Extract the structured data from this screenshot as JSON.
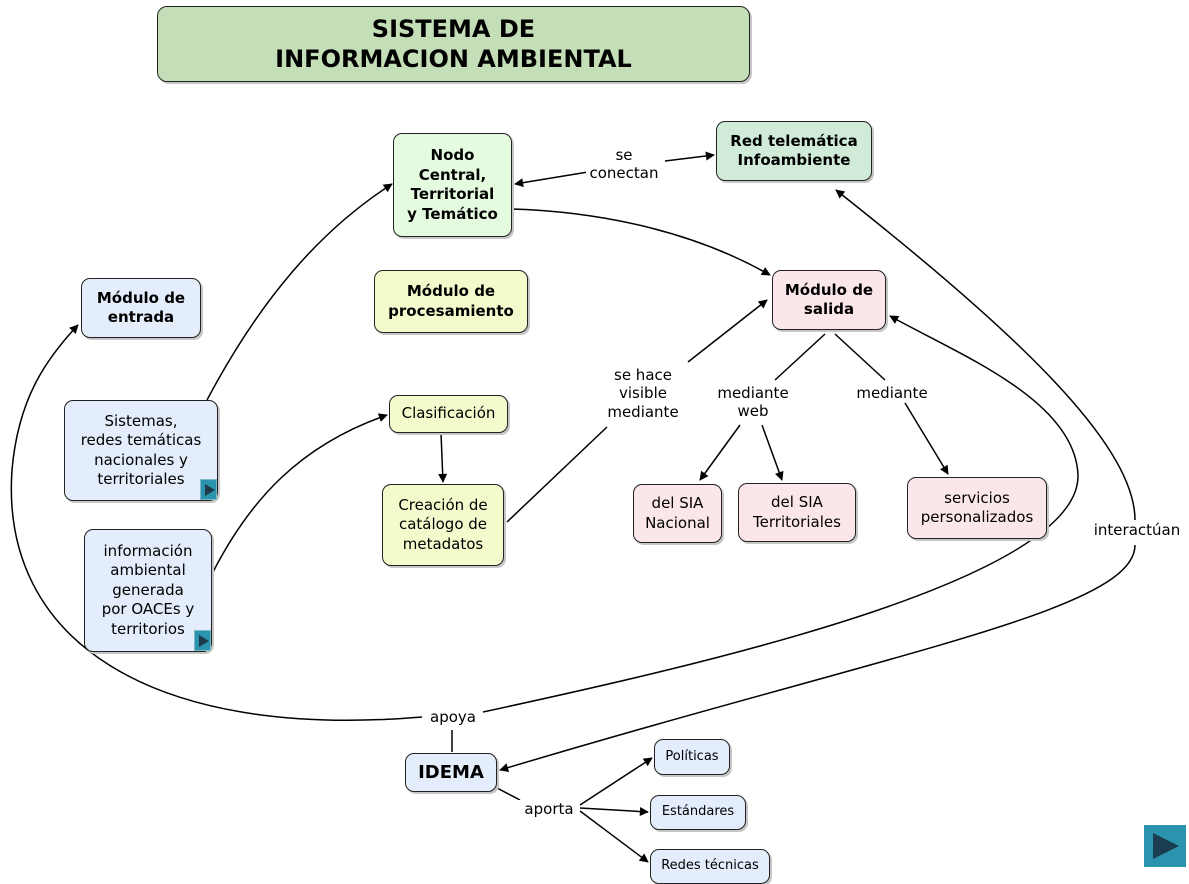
{
  "title": "SISTEMA DE\nINFORMACION AMBIENTAL",
  "nodes": {
    "nodo_central": "Nodo\nCentral,\nTerritorial\ny Temático",
    "red_telematica": "Red telemática\nInfoambiente",
    "modulo_entrada": "Módulo de\nentrada",
    "modulo_procesamiento": "Módulo de\nprocesamiento",
    "modulo_salida": "Módulo de\nsalida",
    "sistemas_redes": "Sistemas,\nredes temáticas\nnacionales y\nterritoriales",
    "informacion_ambiental": "información\nambiental\ngenerada\npor OACEs y\nterritorios",
    "clasificacion": "Clasificación",
    "catalogo": "Creación de\ncatálogo de\nmetadatos",
    "sia_nacional": "del SIA\nNacional",
    "sia_territoriales": "del SIA\nTerritoriales",
    "servicios": "servicios\npersonalizados",
    "idema": "IDEMA",
    "politicas": "Políticas",
    "estandares": "Estándares",
    "redes_tecnicas": "Redes técnicas"
  },
  "links": {
    "se_conectan": "se\nconectan",
    "se_hace_visible": "se hace\nvisible\nmediante",
    "mediante_web": "mediante\nweb",
    "mediante": "mediante",
    "interactuan": "interactúan",
    "apoya": "apoya",
    "aporta": "aporta"
  },
  "icons": {
    "resource": "play-icon",
    "navigation": "next-arrow-icon"
  },
  "colors": {
    "title_bg": "#c4dfb8",
    "blue_node": "#e3edfb",
    "green_node": "#e4fbe0",
    "yellow_node": "#f2fbcc",
    "pink_node": "#fbe7ea",
    "nav_button": "#2a93ad"
  }
}
